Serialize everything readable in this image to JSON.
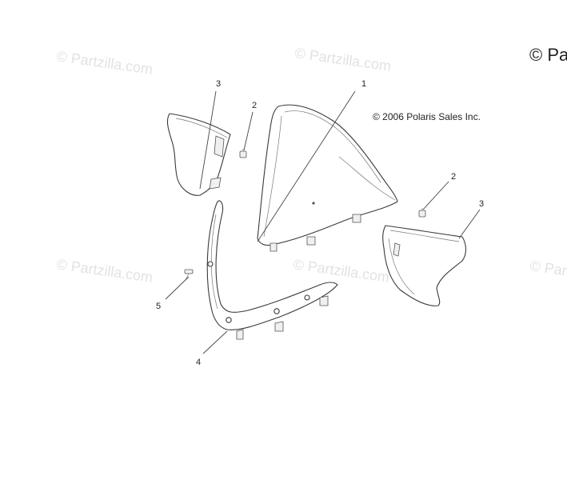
{
  "watermark": "© Partzilla.com",
  "brand_corner": "© Pa",
  "copyright": "© 2006 Polaris Sales Inc.",
  "callouts": {
    "c1": "1",
    "c2a": "2",
    "c2b": "2",
    "c3a": "3",
    "c3b": "3",
    "c4": "4",
    "c5": "5"
  },
  "colors": {
    "line": "#3a3a3a",
    "watermark": "#e2e2e2",
    "background": "#ffffff"
  }
}
